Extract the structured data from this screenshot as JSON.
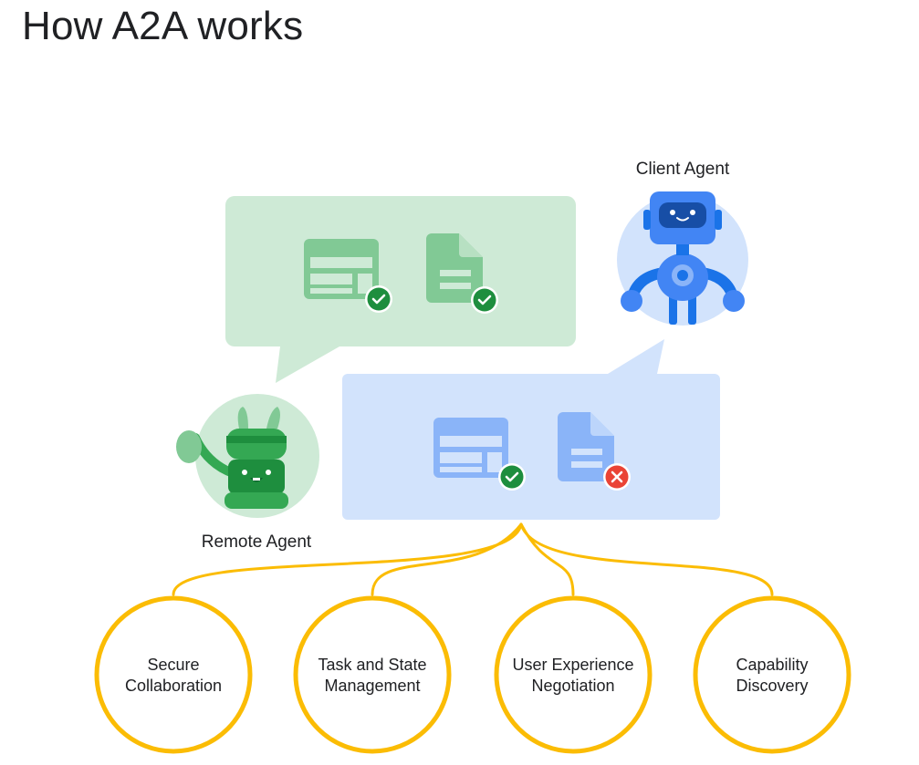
{
  "title": "How A2A works",
  "agents": {
    "client_label": "Client Agent",
    "remote_label": "Remote Agent"
  },
  "bubbles": {
    "remote_status": [
      "check",
      "check"
    ],
    "client_status": [
      "check",
      "error"
    ]
  },
  "capabilities": [
    {
      "line1": "Secure",
      "line2": "Collaboration"
    },
    {
      "line1": "Task and State",
      "line2": "Management"
    },
    {
      "line1": "User Experience",
      "line2": "Negotiation"
    },
    {
      "line1": "Capability",
      "line2": "Discovery"
    }
  ],
  "colors": {
    "green_bubble": "#ceead6",
    "green_doc": "#81c995",
    "green_check": "#1e8e3e",
    "blue_bubble": "#d2e3fc",
    "blue_doc": "#8ab4f8",
    "error_red": "#ea4335",
    "connector_yellow": "#fbbc04"
  }
}
